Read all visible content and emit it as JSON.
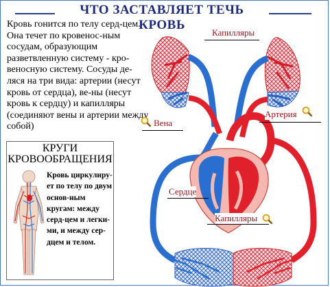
{
  "title": "ЧТО ЗАСТАВЛЯЕТ ТЕЧЬ КРОВЬ",
  "intro": "Кровь гонится по телу серд-цем. Она течет по кровенос-ным сосудам, образующим разветвленную систему - кро-веносную систему. Сосуды де-ляся на три вида: артерии (несут кровь от сердца), ве-ны (несут кровь к сердцу) и капилляры (соединяют вены и артерии между собой)",
  "circulation_panel": {
    "title": "КРУГИ КРОВООБРАЩЕНИЯ",
    "text": "Кровь циркулиру-ет по телу по двум основ-ным кругам: между серд-цем и легки-ми, и между сер-дцем и телом."
  },
  "labels": {
    "capillaries_top": "Капилляры",
    "artery": "Артерия",
    "vein": "Вена",
    "heart": "Сердце",
    "capillaries_bottom": "Капилляры"
  },
  "colors": {
    "artery_red": "#e0202a",
    "vein_blue": "#2a6fd0",
    "title_blue": "#1c2a7a",
    "label_red": "#a0151c",
    "heart_pink": "#f5b8b0",
    "magnifier": "#d8a020"
  },
  "icons": {
    "magnifier": "magnifier-icon"
  }
}
